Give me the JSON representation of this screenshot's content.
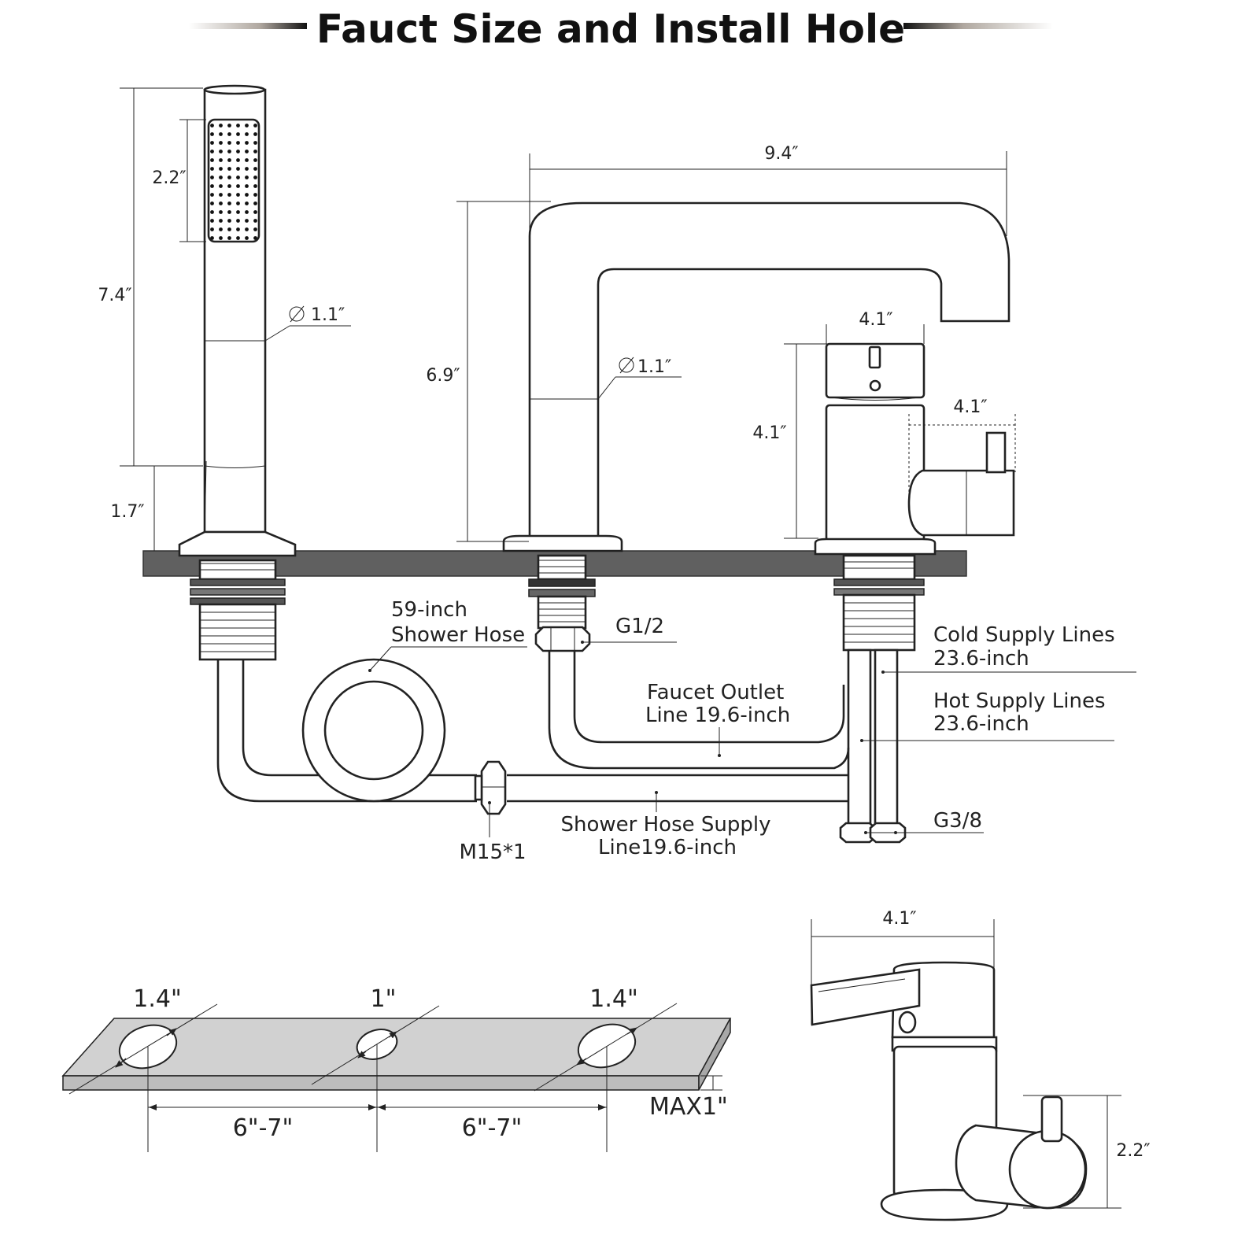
{
  "title": "Fauct Size and Install Hole",
  "handshower": {
    "head_height": "2.2″",
    "total_height": "7.4″",
    "diameter": "1.1″",
    "base_height": "1.7″"
  },
  "spout": {
    "reach": "9.4″",
    "height": "6.9″",
    "diameter": "1.1″"
  },
  "valve": {
    "top_width": "4.1″",
    "height": "4.1″",
    "handle_width": "4.1″"
  },
  "plumbing": {
    "shower_hose_line1": "59-inch",
    "shower_hose_line2": "Shower Hose",
    "outlet_thread": "G1/2",
    "cold_line1": "Cold Supply Lines",
    "cold_line2": "23.6-inch",
    "hot_line1": "Hot Supply Lines",
    "hot_line2": "23.6-inch",
    "outlet_line1": "Faucet Outlet",
    "outlet_line2": "Line 19.6-inch",
    "supply_thread": "G3/8",
    "hose_supply_line1": "Shower Hose Supply",
    "hose_supply_line2": "Line19.6-inch",
    "connector": "M15*1"
  },
  "install": {
    "hole_left": "1.4\"",
    "hole_center": "1\"",
    "hole_right": "1.4\"",
    "spacing_left": "6\"-7\"",
    "spacing_right": "6\"-7\"",
    "max_thickness": "MAX1\""
  },
  "side_view": {
    "width": "4.1″",
    "handle_height": "2.2″"
  }
}
